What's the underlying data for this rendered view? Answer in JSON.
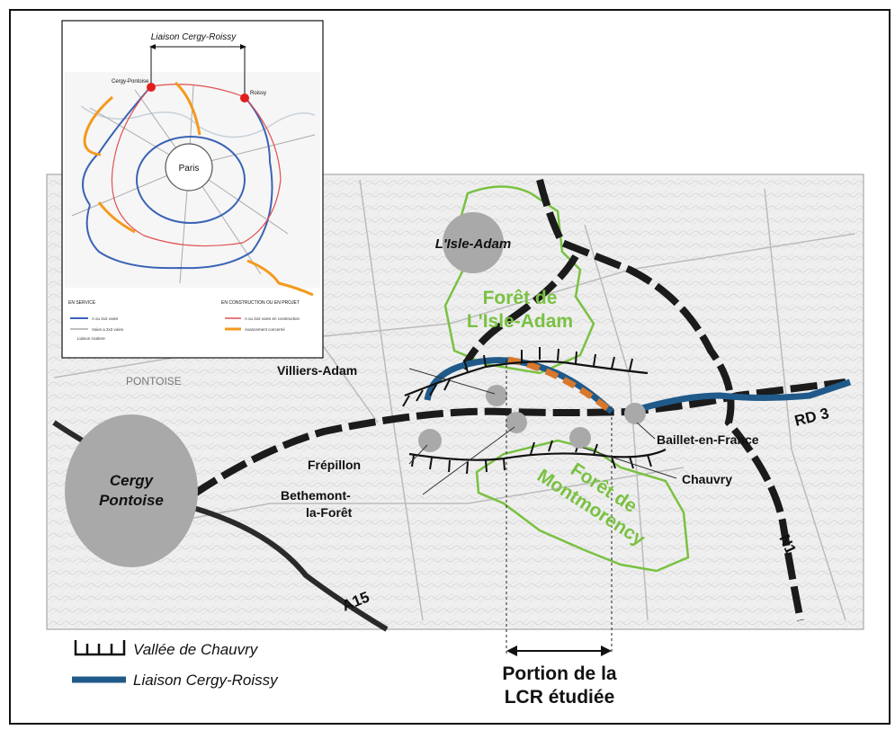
{
  "inset": {
    "title": "Liaison Cergy-Roissy",
    "cergy_label": "Cergy-Pontoise",
    "roissy_label": "Roissy",
    "paris_label": "Paris",
    "legend_left_head": "EN SERVICE",
    "legend_right_head": "EN CONSTRUCTION OU EN PROJET",
    "legend_items": [
      "A ou 2x2 voies",
      "Voies a 2x2 voies",
      "Liaison routiere",
      "A ou 2x2 voies en construction",
      "Avancement concerné"
    ]
  },
  "map": {
    "towns": {
      "isle_adam": "L'Isle-Adam",
      "cergy_line1": "Cergy",
      "cergy_line2": "Pontoise",
      "pontoise": "PONTOISE"
    },
    "forests": {
      "isle_adam_line1": "Forêt de",
      "isle_adam_line2": "L'Isle-Adam",
      "montmorency_line1": "Forêt de",
      "montmorency_line2": "Montmorency"
    },
    "callouts": {
      "villiers": "Villiers-Adam",
      "frepillon": "Frépillon",
      "bethemont_line1": "Bethemont-",
      "bethemont_line2": "la-Forêt",
      "baillet": "Baillet-en-France",
      "chauvry": "Chauvry"
    },
    "roads": {
      "rd3": "RD 3",
      "n1": "N1",
      "a15": "A15"
    }
  },
  "legend": {
    "vallee": "Vallée de Chauvry",
    "liaison": "Liaison Cergy-Roissy"
  },
  "portion": {
    "line1": "Portion de la",
    "line2": "LCR étudiée"
  },
  "colors": {
    "forest_green": "#7ac142",
    "liaison_blue": "#1f5a8a",
    "study_orange": "#d9782a",
    "town_grey": "#a9a9a9"
  }
}
